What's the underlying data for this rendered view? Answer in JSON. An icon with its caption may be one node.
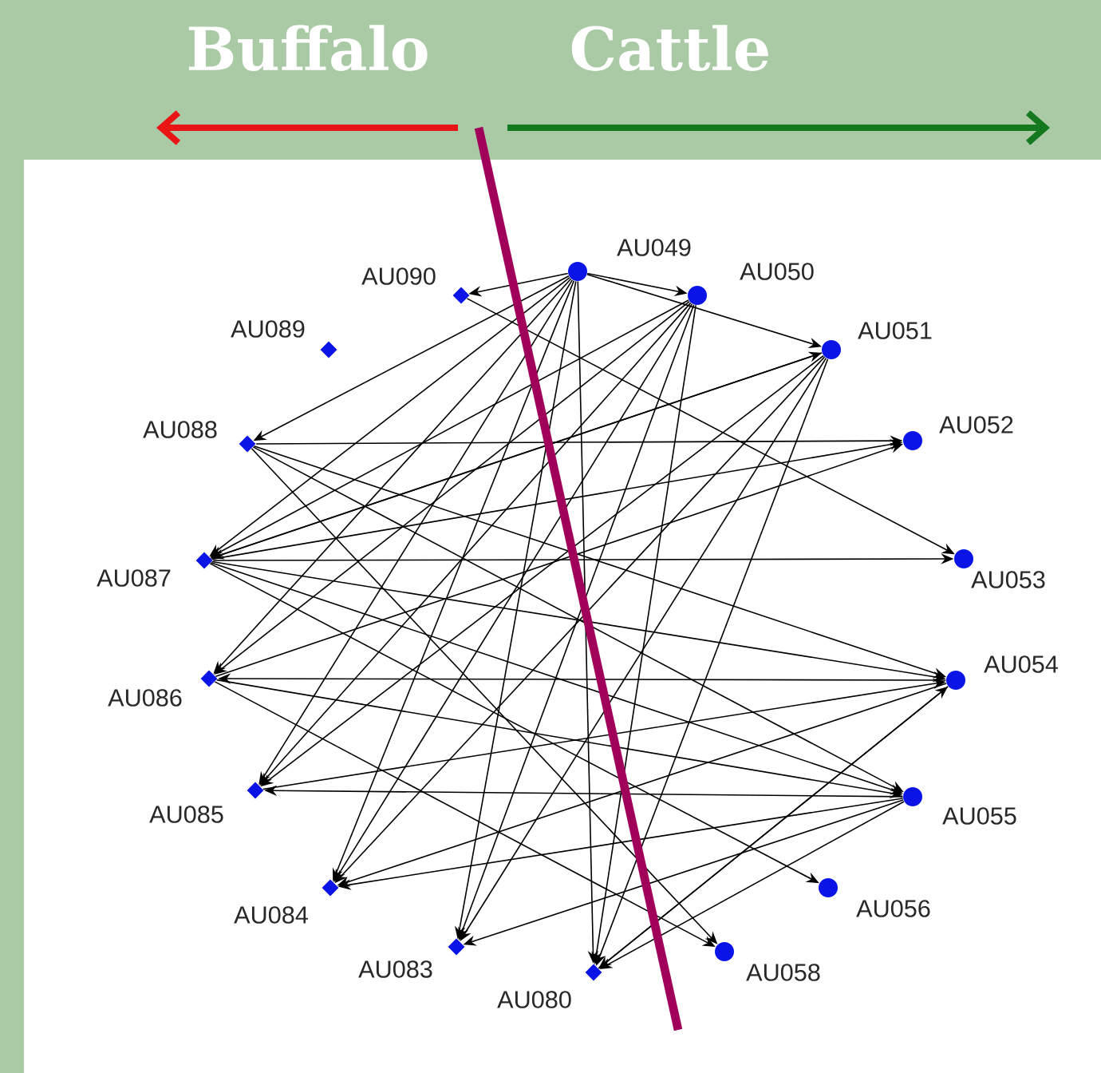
{
  "diagram": {
    "nodes": [
      {
        "text": [
          "AU049"
        ]
      },
      {
        "text": [
          "AU050"
        ]
      },
      {
        "text": [
          "AU051"
        ]
      },
      {
        "text": [
          "AU052"
        ]
      },
      {
        "text": [
          "AU053"
        ]
      },
      {
        "text": [
          "AU054"
        ]
      },
      {
        "text": [
          "AU055"
        ]
      },
      {
        "text": [
          "AU056"
        ]
      },
      {
        "text": [
          "AU058"
        ]
      },
      {
        "text": [
          "AU080"
        ]
      },
      {
        "text": [
          "AU083"
        ]
      },
      {
        "text": [
          "AU084"
        ]
      },
      {
        "text": [
          "AU085"
        ]
      },
      {
        "text": [
          "AU086"
        ]
      },
      {
        "text": [
          "AU087"
        ]
      },
      {
        "text": [
          "AU088"
        ]
      },
      {
        "text": [
          "AU089"
        ]
      },
      {
        "text": [
          "AU090"
        ]
      }
    ],
    "edges": [
      {
        "from": 0,
        "to": 17,
        "arrow": "to"
      },
      {
        "from": 0,
        "to": 1,
        "arrow": "to"
      },
      {
        "from": 0,
        "to": 2,
        "arrow": "to"
      },
      {
        "from": 0,
        "to": 9,
        "arrow": "to"
      },
      {
        "from": 0,
        "to": 15,
        "arrow": "to"
      },
      {
        "from": 0,
        "to": 14,
        "arrow": "to"
      },
      {
        "from": 0,
        "to": 13,
        "arrow": "to"
      },
      {
        "from": 0,
        "to": 12,
        "arrow": "to"
      },
      {
        "from": 0,
        "to": 11,
        "arrow": "to"
      },
      {
        "from": 0,
        "to": 10,
        "arrow": "to"
      },
      {
        "from": 17,
        "to": 4,
        "arrow": "to"
      },
      {
        "from": 1,
        "to": 14,
        "arrow": "to"
      },
      {
        "from": 1,
        "to": 13,
        "arrow": "to"
      },
      {
        "from": 1,
        "to": 12,
        "arrow": "to"
      },
      {
        "from": 1,
        "to": 11,
        "arrow": "to"
      },
      {
        "from": 1,
        "to": 10,
        "arrow": "to"
      },
      {
        "from": 1,
        "to": 9,
        "arrow": "to"
      },
      {
        "from": 14,
        "to": 2,
        "arrow": "to"
      },
      {
        "from": 2,
        "to": 12,
        "arrow": "to"
      },
      {
        "from": 2,
        "to": 11,
        "arrow": "to"
      },
      {
        "from": 2,
        "to": 10,
        "arrow": "to"
      },
      {
        "from": 2,
        "to": 9,
        "arrow": "to"
      },
      {
        "from": 2,
        "to": 14,
        "arrow": "to"
      },
      {
        "from": 15,
        "to": 3,
        "arrow": "to"
      },
      {
        "from": 14,
        "to": 3,
        "arrow": "to"
      },
      {
        "from": 13,
        "to": 3,
        "arrow": "to"
      },
      {
        "from": 14,
        "to": 4,
        "arrow": "to"
      },
      {
        "from": 5,
        "to": 13,
        "arrow": "to"
      },
      {
        "from": 15,
        "to": 5,
        "arrow": "to"
      },
      {
        "from": 14,
        "to": 5,
        "arrow": "to"
      },
      {
        "from": 12,
        "to": 5,
        "arrow": "to"
      },
      {
        "from": 9,
        "to": 5,
        "arrow": "to"
      },
      {
        "from": 5,
        "to": 11,
        "arrow": "to"
      },
      {
        "from": 6,
        "to": 12,
        "arrow": "to"
      },
      {
        "from": 15,
        "to": 6,
        "arrow": "to"
      },
      {
        "from": 14,
        "to": 6,
        "arrow": "to"
      },
      {
        "from": 13,
        "to": 6,
        "arrow": "to"
      },
      {
        "from": 6,
        "to": 11,
        "arrow": "to"
      },
      {
        "from": 6,
        "to": 9,
        "arrow": "to"
      },
      {
        "from": 6,
        "to": 10,
        "arrow": "to"
      },
      {
        "from": 14,
        "to": 7,
        "arrow": "to"
      },
      {
        "from": 15,
        "to": 8,
        "arrow": "to"
      },
      {
        "from": 13,
        "to": 8,
        "arrow": "to"
      },
      {
        "from": 5,
        "to": 9,
        "arrow": "to"
      }
    ],
    "labels": [
      "Buffalo",
      "Cattle"
    ]
  }
}
